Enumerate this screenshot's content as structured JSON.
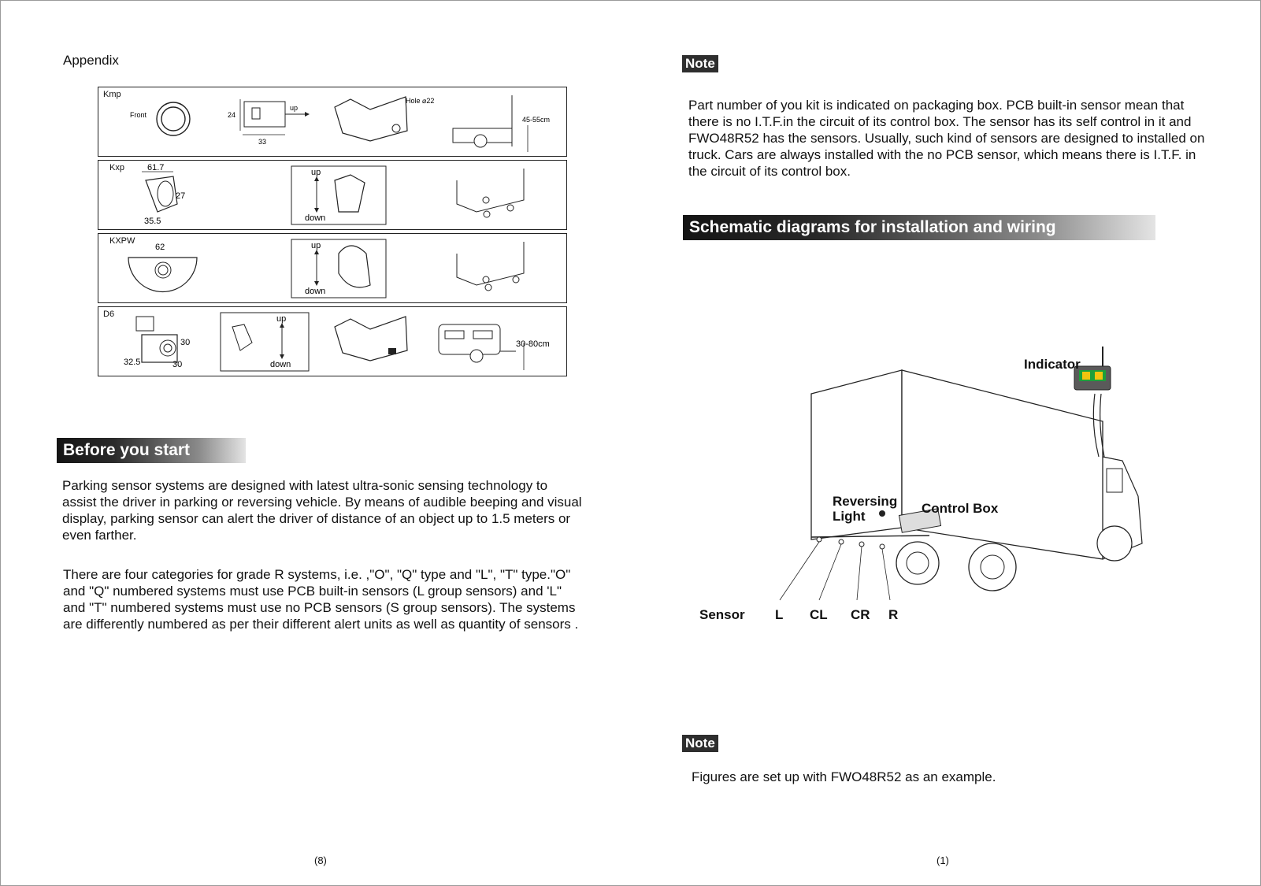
{
  "left_page": {
    "appendix_title": "Appendix",
    "sensor_rows": [
      {
        "code": "Kmp",
        "front_label": "Front",
        "up_label": "up",
        "dim_24": "24",
        "dim_33": "33",
        "hole_label": "Hole ⌀22",
        "height_label": "45-55cm"
      },
      {
        "code": "Kxp",
        "dim_61_7": "61.7",
        "dim_27": "27",
        "dim_35_5": "35.5",
        "up_label": "up",
        "down_label": "down"
      },
      {
        "code": "KXPW",
        "dim_62": "62",
        "up_label": "up",
        "down_label": "down"
      },
      {
        "code": "D6",
        "dim_30a": "30",
        "dim_32_5": "32.5",
        "dim_30b": "30",
        "up_label": "up",
        "down_label": "down",
        "height_label": "30-80cm"
      }
    ],
    "before_heading": "Before you start",
    "before_para1": "Parking sensor systems  are  designed with latest ultra-sonic sensing technology to assist  the driver in parking or  reversing vehicle. By means of audible beeping and visual display, parking sensor can  alert the driver of distance of an object up to 1.5 meters or even farther.",
    "before_para2": "There are four categories  for  grade  R systems,  i.e. ,\"O\", \"Q\" type and \"L\", \"T\" type.\"O\" and \"Q\" numbered systems  must use  PCB  built-in  sensors  (L group sensors) and 'L\" and \"T\" numbered systems must use no PCB sensors (S group sensors). The systems  are differently numbered as per their different alert units as well as quantity of sensors .",
    "page_number": "(8)"
  },
  "right_page": {
    "note_label_1": "Note",
    "note_text_1": "Part number of you kit is indicated on packaging box. PCB built-in sensor mean that there is no I.T.F.in the circuit of its control box. The sensor has its self control in it and FWO48R52 has the sensors. Usually, such kind of sensors are designed to installed on truck. Cars are always installed with the no PCB sensor, which means there is I.T.F. in the circuit of its control box.",
    "schematic_heading": "Schematic diagrams for installation and wiring",
    "diagram_labels": {
      "indicator": "Indicator",
      "reversing_light_1": "Reversing",
      "reversing_light_2": "Light",
      "control_box": "Control Box",
      "sensor": "Sensor",
      "L": "L",
      "CL": "CL",
      "CR": "CR",
      "R": "R"
    },
    "note_label_2": "Note",
    "note_text_2": "Figures are set up with FWO48R52 as an example.",
    "page_number": "(1)"
  }
}
